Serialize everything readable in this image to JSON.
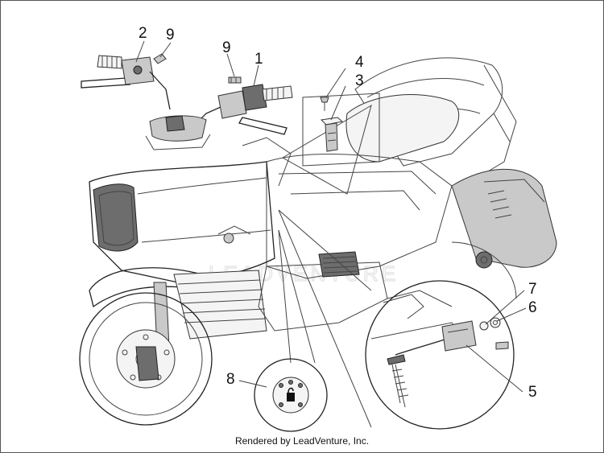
{
  "diagram": {
    "callouts": [
      "2",
      "9",
      "9",
      "1",
      "4",
      "3",
      "7",
      "6",
      "5",
      "8"
    ],
    "watermark": "LEADVENTURE",
    "footer": "Rendered by LeadVenture, Inc."
  }
}
